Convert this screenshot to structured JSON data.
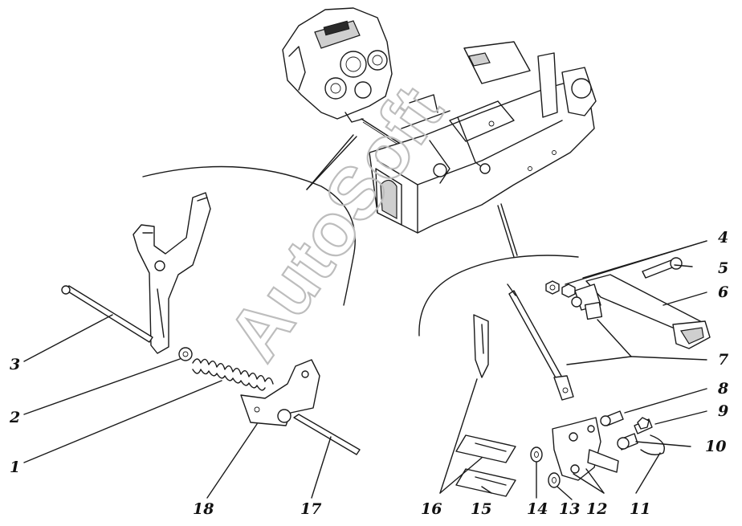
{
  "watermark": "AutoSoft",
  "callouts": {
    "n1": "1",
    "n2": "2",
    "n3": "3",
    "n4": "4",
    "n5": "5",
    "n6": "6",
    "n7": "7",
    "n8": "8",
    "n9": "9",
    "n10": "10",
    "n11": "11",
    "n12": "12",
    "n13": "13",
    "n14": "14",
    "n15": "15",
    "n16": "16",
    "n17": "17",
    "n18": "18"
  }
}
